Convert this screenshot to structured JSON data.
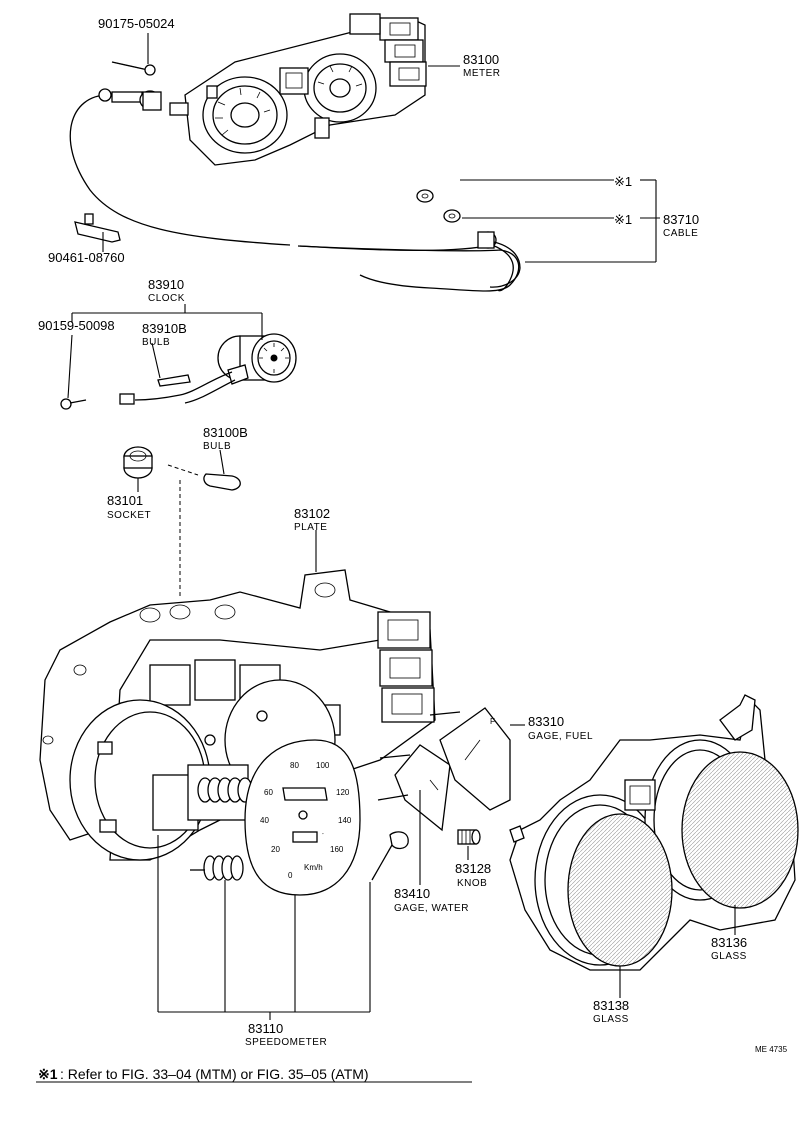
{
  "parts": {
    "p90175": {
      "number": "90175-05024"
    },
    "p83100": {
      "number": "83100",
      "name": "METER"
    },
    "p83710": {
      "number": "83710",
      "name": "CABLE"
    },
    "p90461": {
      "number": "90461-08760"
    },
    "p83910": {
      "number": "83910",
      "name": "CLOCK"
    },
    "p90159": {
      "number": "90159-50098"
    },
    "p83910B": {
      "number": "83910B",
      "name": "BULB"
    },
    "p83100B": {
      "number": "83100B",
      "name": "BULB"
    },
    "p83101": {
      "number": "83101",
      "name": "SOCKET"
    },
    "p83102": {
      "number": "83102",
      "name": "PLATE"
    },
    "p83310": {
      "number": "83310",
      "name": "GAGE, FUEL"
    },
    "p83410": {
      "number": "83410",
      "name": "GAGE, WATER"
    },
    "p83128": {
      "number": "83128",
      "name": "KNOB"
    },
    "p83136": {
      "number": "83136",
      "name": "GLASS"
    },
    "p83138": {
      "number": "83138",
      "name": "GLASS"
    },
    "p83110": {
      "number": "83110",
      "name": "SPEEDOMETER"
    }
  },
  "refs": {
    "mark1": "※1",
    "mark2": "※1"
  },
  "speedometer": {
    "dial": [
      "20",
      "40",
      "60",
      "80",
      "100",
      "120",
      "140",
      "160"
    ],
    "zero": "0",
    "unit": "Km/h"
  },
  "footnote": {
    "mark": "※1",
    "text": ": Refer to FIG. 33–04 (MTM) or FIG. 35–05 (ATM)"
  },
  "diagram_code": "ME 4735"
}
